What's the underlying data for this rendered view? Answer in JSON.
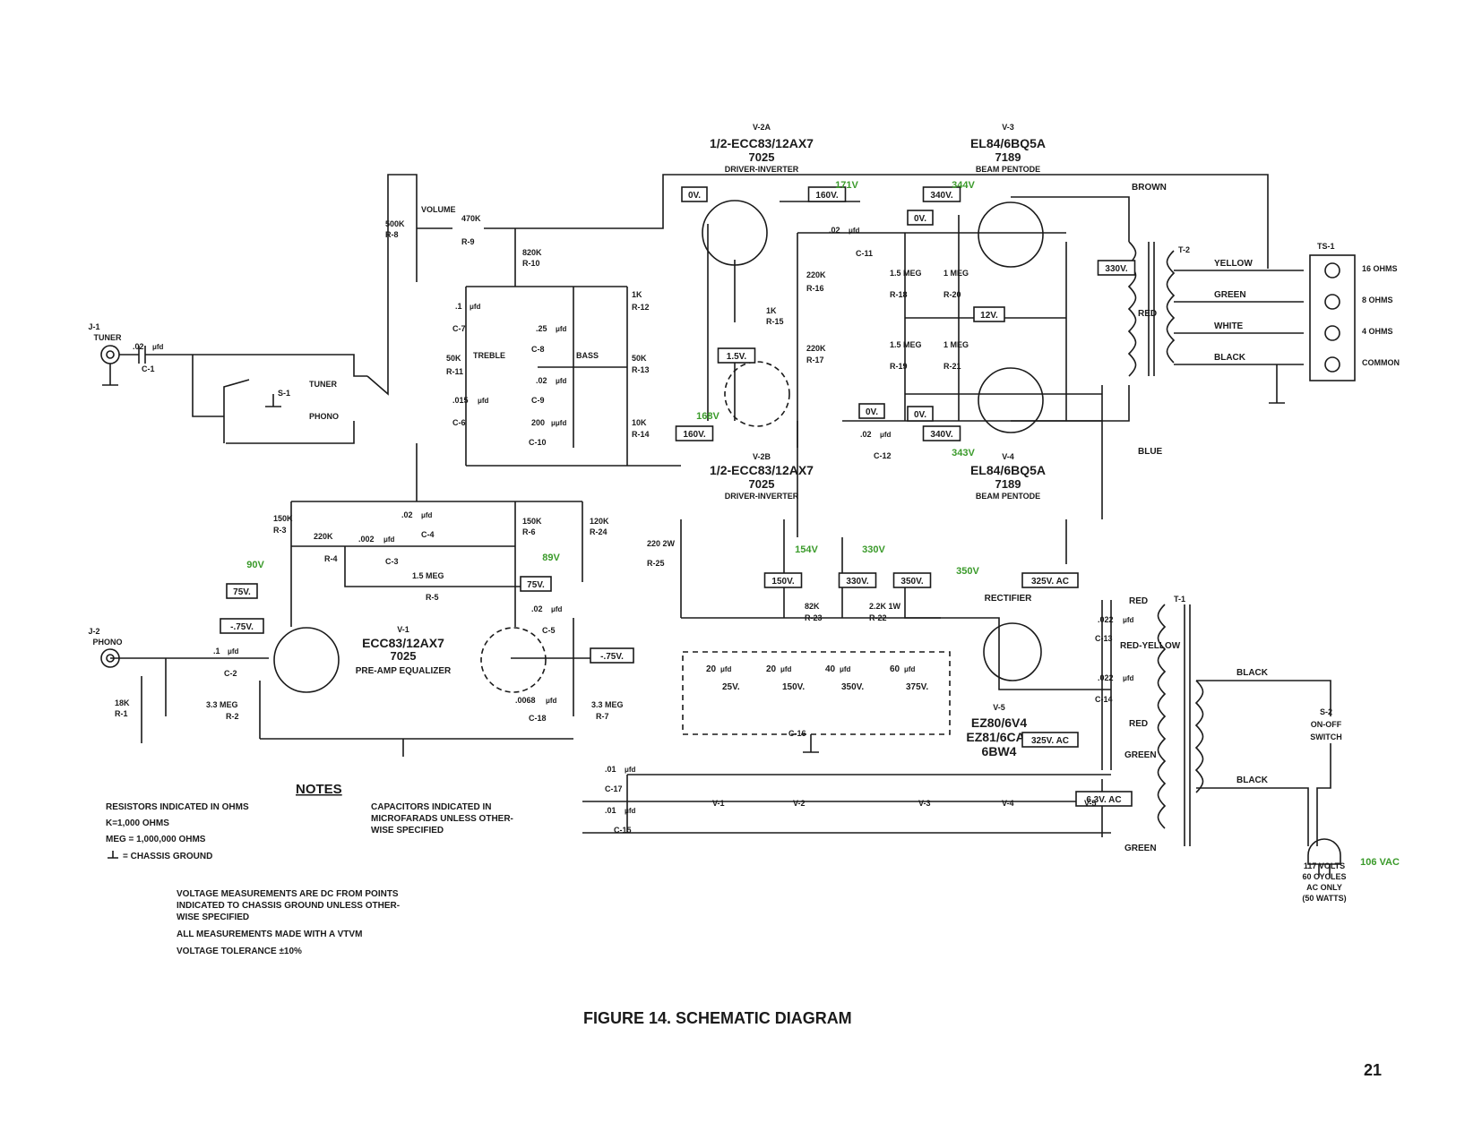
{
  "title": "FIGURE 14.  SCHEMATIC DIAGRAM",
  "page_number": "21",
  "notes": {
    "heading": "NOTES",
    "left": [
      "RESISTORS INDICATED IN OHMS",
      "K=1,000 OHMS",
      "MEG = 1,000,000 OHMS",
      "= CHASSIS GROUND"
    ],
    "right": [
      "CAPACITORS INDICATED IN",
      "MICROFARADS UNLESS OTHER-",
      "WISE SPECIFIED"
    ],
    "bottom": [
      "VOLTAGE MEASUREMENTS ARE DC FROM POINTS",
      "INDICATED TO CHASSIS GROUND UNLESS OTHER-",
      "WISE SPECIFIED",
      "ALL MEASUREMENTS MADE WITH A VTVM",
      "VOLTAGE TOLERANCE ±10%"
    ]
  },
  "tubes": {
    "v2a": [
      "V-2A",
      "1/2-ECC83/12AX7",
      "7025",
      "DRIVER-INVERTER"
    ],
    "v2b": [
      "V-2B",
      "1/2-ECC83/12AX7",
      "7025",
      "DRIVER-INVERTER"
    ],
    "v3": [
      "V-3",
      "EL84/6BQ5A",
      "7189",
      "BEAM PENTODE"
    ],
    "v4": [
      "V-4",
      "EL84/6BQ5A",
      "7189",
      "BEAM PENTODE"
    ],
    "v1": [
      "V-1",
      "ECC83/12AX7",
      "7025",
      "PRE-AMP EQUALIZER"
    ],
    "v5": [
      "RECTIFIER",
      "V-5",
      "EZ80/6V4",
      "EZ81/6CA4",
      "6BW4"
    ]
  },
  "jacks": {
    "j1": [
      "J-1",
      "TUNER"
    ],
    "j2": [
      "J-2",
      "PHONO"
    ]
  },
  "switch_s1": {
    "name": "S-1",
    "tuner": "TUNER",
    "phono": "PHONO"
  },
  "volume": "VOLUME",
  "tone": {
    "treble": "TREBLE",
    "bass": "BASS"
  },
  "components": [
    {
      "id": "c1",
      "val": ".02",
      "unit": "μfd",
      "ref": "C-1"
    },
    {
      "id": "r8",
      "val": "500K",
      "ref": "R-8"
    },
    {
      "id": "r9",
      "val": "470K",
      "ref": "R-9"
    },
    {
      "id": "r10",
      "val": "820K",
      "ref": "R-10"
    },
    {
      "id": "c7",
      "val": ".1",
      "unit": "μfd",
      "ref": "C-7"
    },
    {
      "id": "r11",
      "val": "50K",
      "ref": "R-11"
    },
    {
      "id": "c6",
      "val": ".015",
      "unit": "μfd",
      "ref": "C-6"
    },
    {
      "id": "c8",
      "val": ".25",
      "unit": "μfd",
      "ref": "C-8"
    },
    {
      "id": "c9",
      "val": ".02",
      "unit": "μfd",
      "ref": "C-9"
    },
    {
      "id": "c10",
      "val": "200",
      "unit": "μμfd",
      "ref": "C-10"
    },
    {
      "id": "r12",
      "val": "1K",
      "ref": "R-12"
    },
    {
      "id": "r13",
      "val": "50K",
      "ref": "R-13"
    },
    {
      "id": "r14",
      "val": "10K",
      "ref": "R-14"
    },
    {
      "id": "r15",
      "val": "1K",
      "ref": "R-15"
    },
    {
      "id": "r16",
      "val": "220K",
      "ref": "R-16"
    },
    {
      "id": "r17",
      "val": "220K",
      "ref": "R-17"
    },
    {
      "id": "c11",
      "val": ".02",
      "unit": "μfd",
      "ref": "C-11"
    },
    {
      "id": "c12",
      "val": ".02",
      "unit": "μfd",
      "ref": "C-12"
    },
    {
      "id": "r18",
      "val": "1.5 MEG",
      "ref": "R-18"
    },
    {
      "id": "r19",
      "val": "1.5 MEG",
      "ref": "R-19"
    },
    {
      "id": "r20",
      "val": "1 MEG",
      "ref": "R-20"
    },
    {
      "id": "r21",
      "val": "1 MEG",
      "ref": "R-21"
    },
    {
      "id": "r3",
      "val": "150K",
      "ref": "R-3"
    },
    {
      "id": "r4",
      "val": "220K",
      "ref": "R-4"
    },
    {
      "id": "c3",
      "val": ".002",
      "unit": "μfd",
      "ref": "C-3"
    },
    {
      "id": "c4",
      "val": ".02",
      "unit": "μfd",
      "ref": "C-4"
    },
    {
      "id": "r5",
      "val": "1.5 MEG",
      "ref": "R-5"
    },
    {
      "id": "r6",
      "val": "150K",
      "ref": "R-6"
    },
    {
      "id": "r24",
      "val": "120K",
      "ref": "R-24"
    },
    {
      "id": "r25",
      "val": "220 2W",
      "ref": "R-25"
    },
    {
      "id": "c5",
      "val": ".02",
      "unit": "μfd",
      "ref": "C-5"
    },
    {
      "id": "c2",
      "val": ".1",
      "unit": "μfd",
      "ref": "C-2"
    },
    {
      "id": "r1",
      "val": "18K",
      "ref": "R-1"
    },
    {
      "id": "r2",
      "val": "3.3 MEG",
      "ref": "R-2"
    },
    {
      "id": "c18",
      "val": ".0068",
      "unit": "μfd",
      "ref": "C-18"
    },
    {
      "id": "r7",
      "val": "3.3 MEG",
      "ref": "R-7"
    },
    {
      "id": "r23",
      "val": "82K",
      "ref": "R-23"
    },
    {
      "id": "r22",
      "val": "2.2K 1W",
      "ref": "R-22"
    },
    {
      "id": "c13",
      "val": ".022",
      "unit": "μfd",
      "ref": "C-13"
    },
    {
      "id": "c14",
      "val": ".022",
      "unit": "μfd",
      "ref": "C-14"
    },
    {
      "id": "c17",
      "val": ".01",
      "unit": "μfd",
      "ref": "C-17"
    },
    {
      "id": "c15",
      "val": ".01",
      "unit": "μfd",
      "ref": "C-15"
    }
  ],
  "filter_caps": {
    "ref": "C-16",
    "sections": [
      {
        "val": "20",
        "unit": "μfd",
        "volts": "25V."
      },
      {
        "val": "20",
        "unit": "μfd",
        "volts": "150V."
      },
      {
        "val": "40",
        "unit": "μfd",
        "volts": "350V."
      },
      {
        "val": "60",
        "unit": "μfd",
        "volts": "375V."
      }
    ]
  },
  "voltage_boxes": [
    "0V.",
    "160V.",
    "340V.",
    "0V.",
    "330V.",
    "12V.",
    "1.5V.",
    "0V.",
    "160V.",
    "0V.",
    "340V.",
    "75V.",
    "-.75V.",
    "75V.",
    "-.75V.",
    "150V.",
    "330V.",
    "350V.",
    "325V. AC",
    "325V. AC",
    "6.3V. AC"
  ],
  "measured": [
    "171V",
    "344V",
    "168V",
    "343V",
    "90V",
    "89V",
    "154V",
    "330V",
    "350V",
    "106 VAC"
  ],
  "output": {
    "ts_ref": "TS-1",
    "t2_ref": "T-2",
    "taps": [
      {
        "wire": "YELLOW",
        "label": "16 OHMS"
      },
      {
        "wire": "GREEN",
        "label": "8 OHMS"
      },
      {
        "wire": "WHITE",
        "label": "4 OHMS"
      },
      {
        "wire": "BLACK",
        "label": "COMMON"
      }
    ],
    "primary_wires": [
      "BROWN",
      "RED",
      "BLUE"
    ]
  },
  "power": {
    "t1_ref": "T-1",
    "wires": [
      "RED",
      "RED-YELLOW",
      "RED",
      "GREEN",
      "GREEN",
      "BLACK",
      "BLACK"
    ],
    "switch": [
      "S-2",
      "ON-OFF",
      "SWITCH"
    ],
    "plug": [
      "117 VOLTS",
      "60 CYCLES",
      "AC ONLY",
      "(50 WATTS)"
    ]
  },
  "heaters": [
    "V-1",
    "V-2",
    "V-3",
    "V-4",
    "V-5"
  ]
}
